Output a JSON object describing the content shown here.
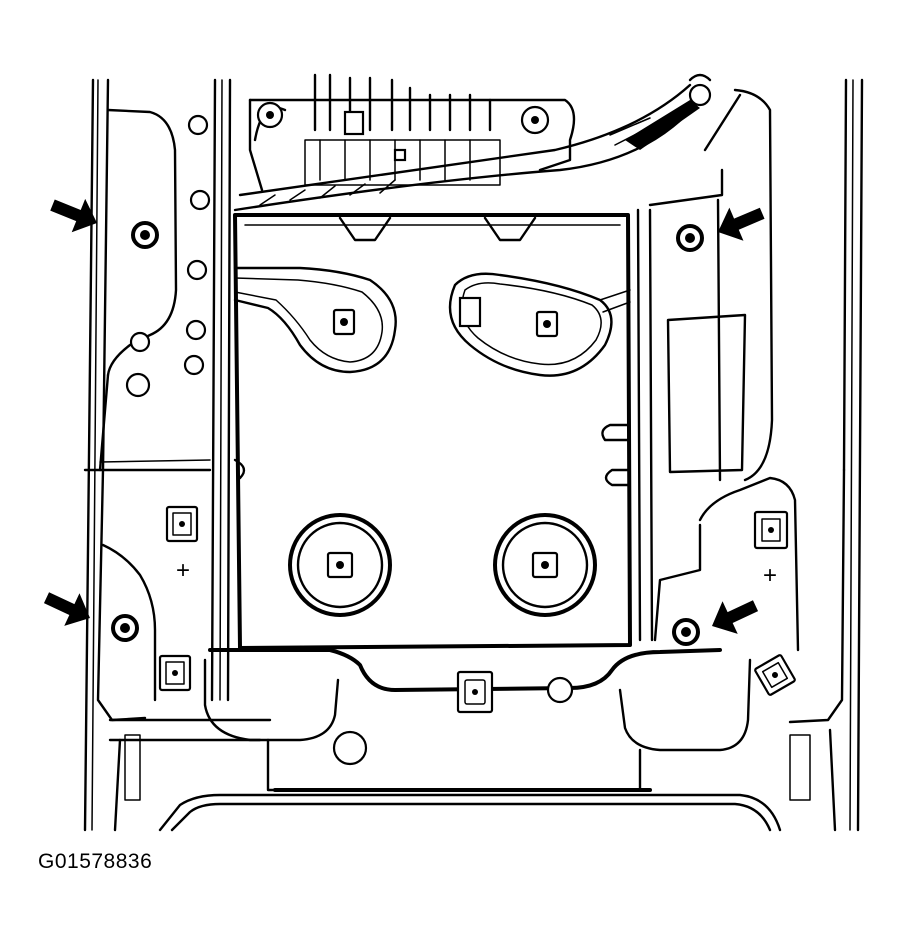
{
  "figure": {
    "id_label": "G01578836"
  },
  "arrows": [
    {
      "name": "arrow-upper-left",
      "direction": "down-right"
    },
    {
      "name": "arrow-upper-right",
      "direction": "down-left"
    },
    {
      "name": "arrow-lower-left",
      "direction": "down-right"
    },
    {
      "name": "arrow-lower-right",
      "direction": "down-left"
    }
  ],
  "terminal_marks": [
    "+",
    "+"
  ]
}
